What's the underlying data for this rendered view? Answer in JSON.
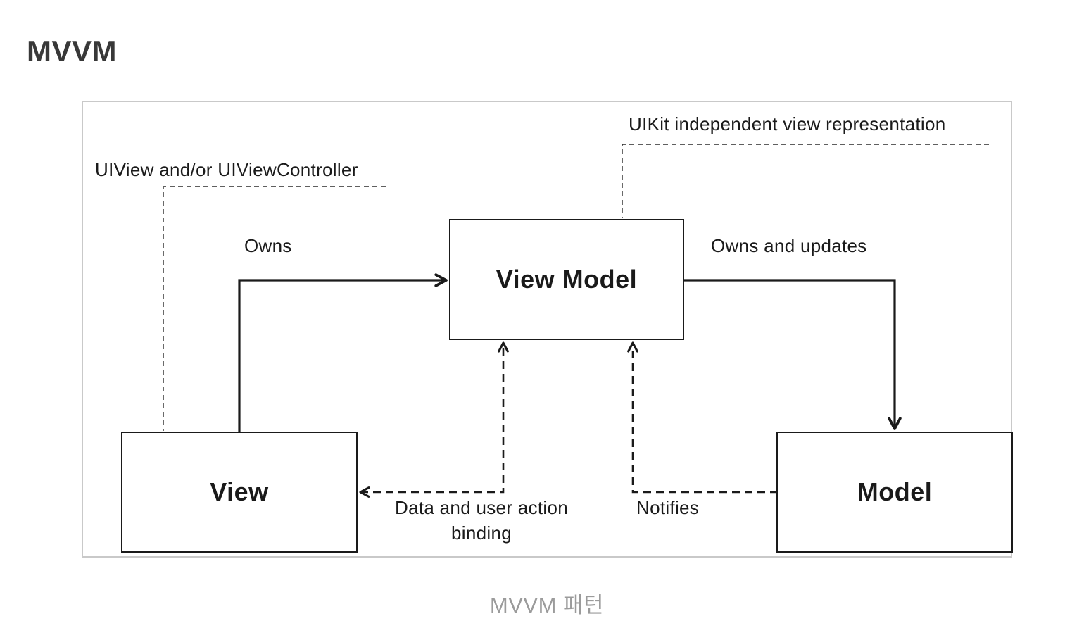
{
  "title": "MVVM",
  "caption": "MVVM 패턴",
  "diagram": {
    "nodes": {
      "view": "View",
      "view_model": "View Model",
      "model": "Model"
    },
    "edges": {
      "owns": "Owns",
      "owns_and_updates": "Owns and updates",
      "binding": "Data and user action\nbinding",
      "notifies": "Notifies"
    },
    "annotations": {
      "view_note": "UIView and/or UIViewController",
      "view_model_note": "UIKit independent view representation"
    }
  },
  "colors": {
    "line": "#1a1a1a",
    "connector": "#2a2a2a",
    "frame_border": "#c9c9c9",
    "title": "#383838",
    "caption": "#9b9b9b",
    "background": "#ffffff"
  }
}
